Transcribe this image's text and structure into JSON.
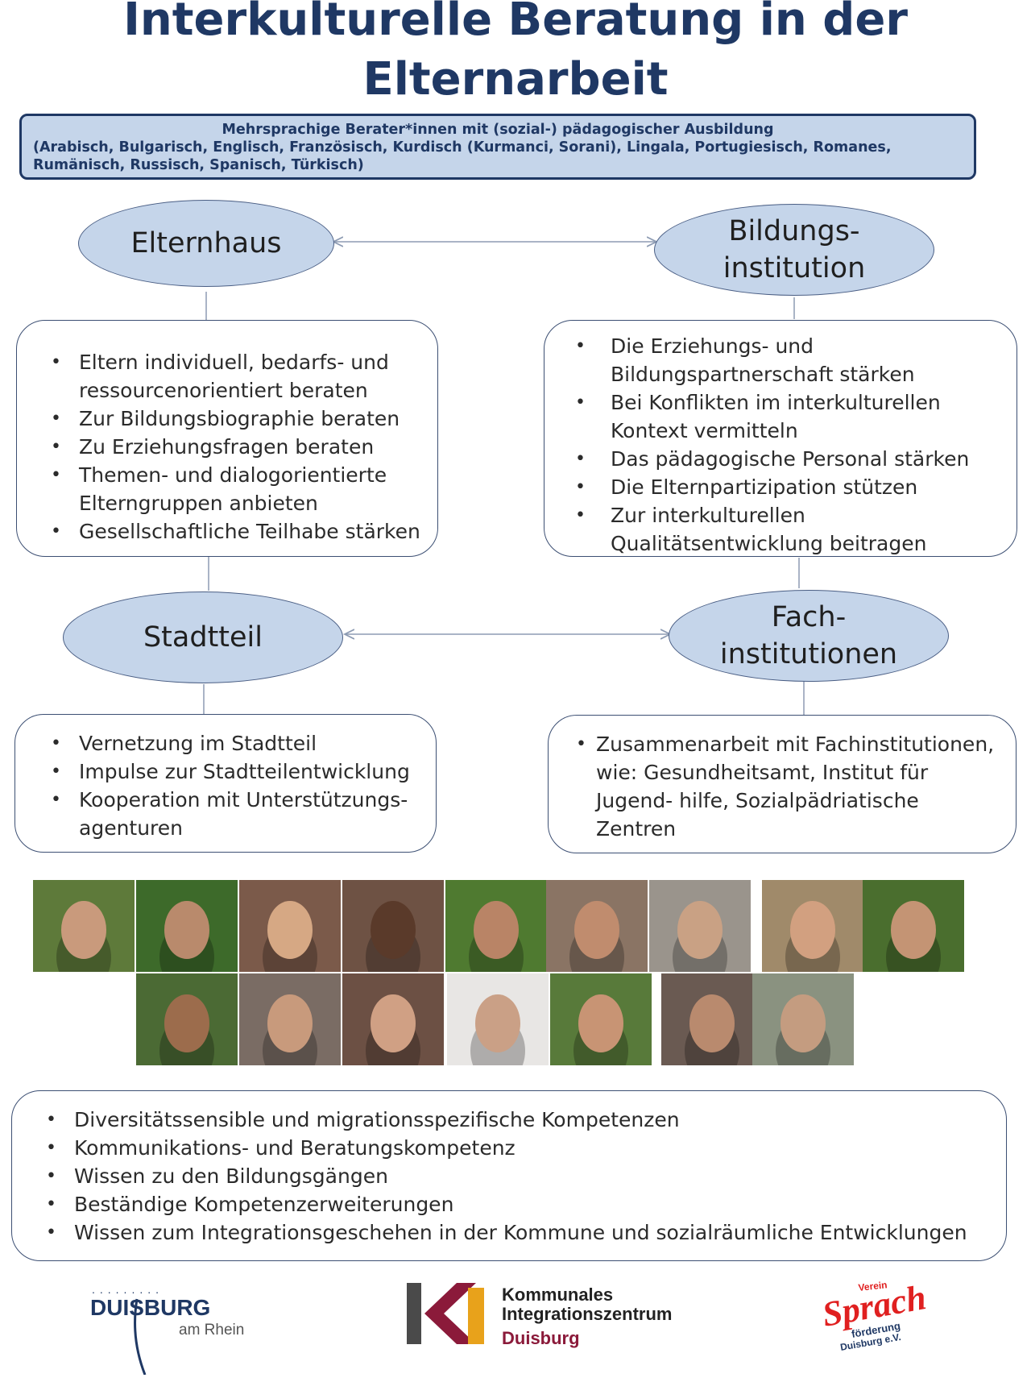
{
  "title": "Interkulturelle Beratung in der Elternarbeit",
  "languages": {
    "headline": "Mehrsprachige  Berater*innen mit  (sozial-) pädagogischer Ausbildung",
    "list": "(Arabisch, Bulgarisch, Englisch, Französisch, Kurdisch (Kurmanci, Sorani), Lingala, Portugiesisch, Romanes, Rumänisch, Russisch, Spanisch, Türkisch)"
  },
  "nodes": {
    "elternhaus": "Elternhaus",
    "bildung_1": "Bildungs-",
    "bildung_2": "institution",
    "stadtteil": "Stadtteil",
    "fach_1": "Fach-",
    "fach_2": "institutionen"
  },
  "elternhaus_items": [
    "Eltern individuell, bedarfs- und ressourcenorientiert beraten",
    "Zur Bildungsbiographie beraten",
    "Zu Erziehungsfragen beraten",
    "Themen- und dialogorientierte Elterngruppen anbieten",
    "Gesellschaftliche Teilhabe stärken"
  ],
  "bildung_items": [
    "Die Erziehungs- und Bildungspartnerschaft stärken",
    "Bei Konflikten im interkulturellen Kontext vermitteln",
    "Das pädagogische Personal stärken",
    "Die Elternpartizipation stützen",
    "Zur interkulturellen Qualitätsentwicklung beitragen"
  ],
  "stadtteil_items": [
    "Vernetzung im Stadtteil",
    "Impulse zur Stadtteilentwicklung",
    "Kooperation mit Unterstützungs- agenturen"
  ],
  "fach_items": [
    "Zusammenarbeit mit Fachinstitutionen, wie: Gesundheitsamt, Institut für Jugend- hilfe, Sozialpädriatische Zentren"
  ],
  "competencies": [
    "Diversitätssensible und migrationsspezifische Kompetenzen",
    "Kommunikations- und Beratungskompetenz",
    "Wissen zu den Bildungsgängen",
    "Beständige Kompetenzerweiterungen",
    "Wissen zum Integrationsgeschehen in der Kommune und sozialräumliche Entwicklungen"
  ],
  "logos": {
    "duisburg_name": "DUISBURG",
    "duisburg_sub": "am Rhein",
    "ki_line1": "Kommunales",
    "ki_line2": "Integrationszentrum",
    "ki_line3": "Duisburg",
    "sprach_top": "Verein",
    "sprach_main": "Sprach",
    "sprach_sub": "förderung",
    "sprach_city": "Duisburg e.V."
  },
  "colors": {
    "title": "#1f3864",
    "oval_fill": "#c5d5ea",
    "ki_red": "#8b1a3a",
    "ki_yellow": "#e8a21b",
    "sprach_red": "#e02020"
  }
}
